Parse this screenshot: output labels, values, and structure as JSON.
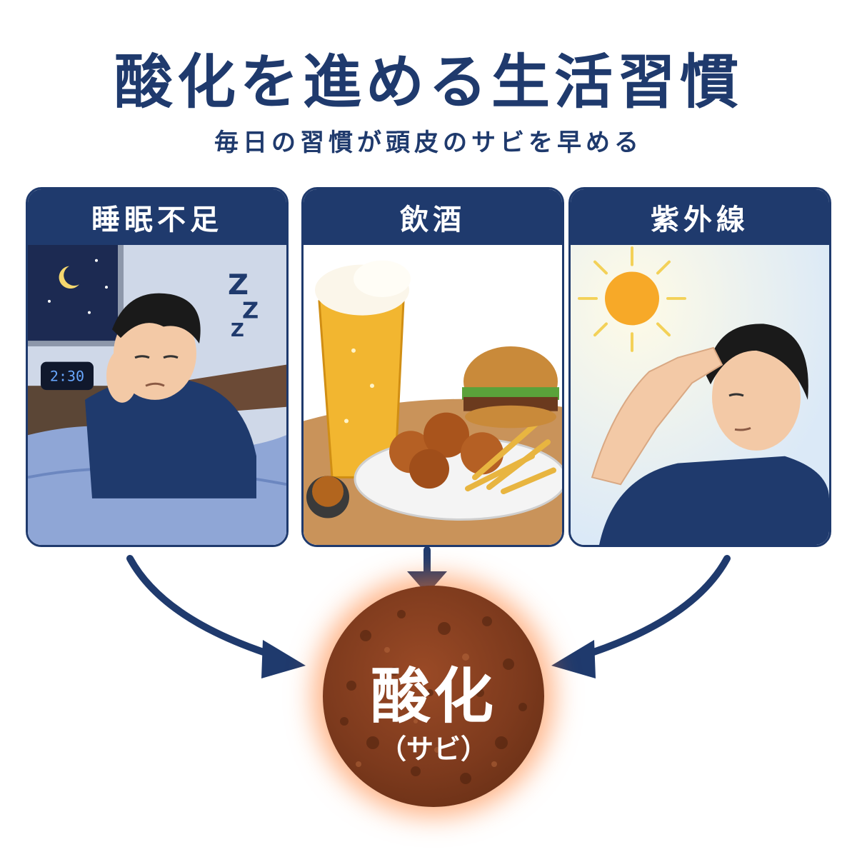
{
  "title": "酸化を進める生活習慣",
  "subtitle": "毎日の習慣が頭皮のサビを早める",
  "panels": [
    {
      "label": "睡眠不足",
      "illustration": "sleepy-man-icon",
      "clock": "2:30"
    },
    {
      "label": "飲酒",
      "illustration": "beer-food-icon"
    },
    {
      "label": "紫外線",
      "illustration": "sun-man-icon"
    }
  ],
  "result": {
    "main": "酸化",
    "sub": "（サビ）"
  },
  "colors": {
    "navy": "#1f3a6d",
    "rust": "#7d3a1d",
    "glow": "#ff7828",
    "sun": "#f7a928"
  }
}
